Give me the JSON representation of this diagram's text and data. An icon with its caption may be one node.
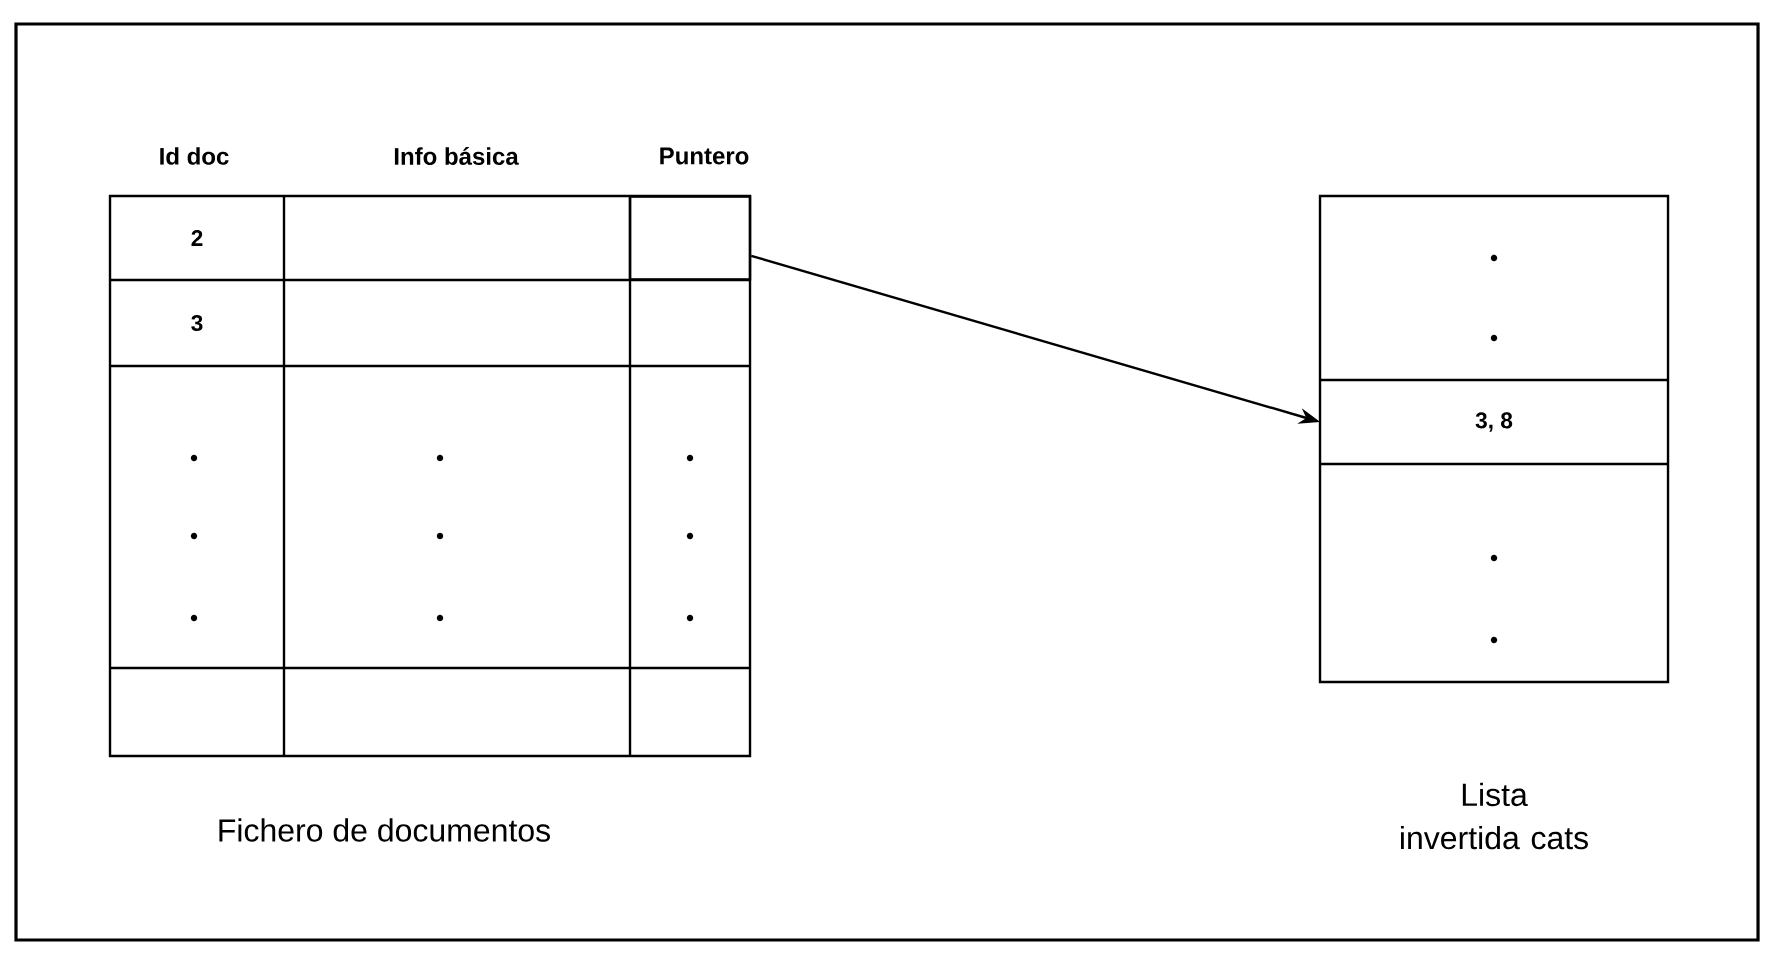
{
  "diagram": {
    "nodes": [
      {
        "text": [
          "2"
        ]
      },
      {
        "text": [
          "3"
        ]
      },
      {
        "text": [],
        "shape": "box"
      },
      {
        "text": [
          "3, 8"
        ]
      }
    ],
    "edges": [
      {
        "from": 2,
        "to": 3,
        "arrow": "to"
      }
    ],
    "labels": [
      "Id doc",
      "Info básica",
      "Puntero",
      "Fichero de documentos",
      "Lista invertida cats"
    ]
  }
}
